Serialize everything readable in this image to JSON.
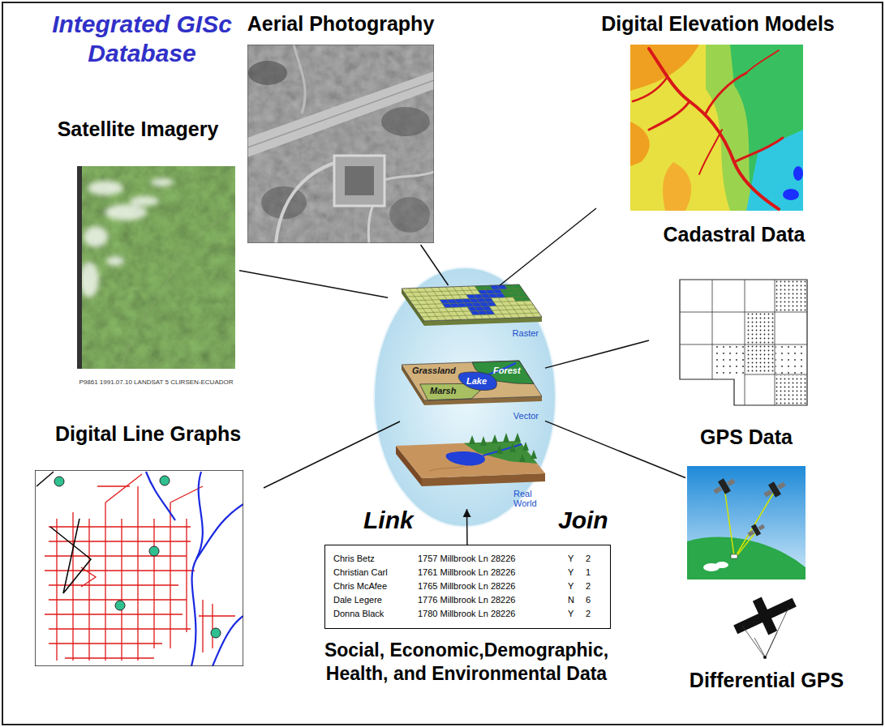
{
  "diagram": {
    "title": "Integrated GISc Database",
    "nodes": [
      {
        "text": [
          "Aerial Photography"
        ]
      },
      {
        "text": [
          "Digital Elevation Models"
        ]
      },
      {
        "text": [
          "Satellite Imagery",
          "P9861 1991.07.10 LANDSAT 5 CLIRSEN-ECUADOR"
        ]
      },
      {
        "text": [
          "Cadastral Data"
        ]
      },
      {
        "text": [
          "Raster"
        ]
      },
      {
        "text": [
          "Vector"
        ]
      },
      {
        "text": [
          "Digital Line Graphs"
        ]
      },
      {
        "text": [
          "GPS Data"
        ]
      },
      {
        "text": [
          "Real World"
        ]
      },
      {
        "text": [
          "Chris Betz",
          "1757 Millbrook Ln 28226",
          "Y",
          "2",
          "Christian Carl",
          "1761 Millbrook Ln 28226",
          "Y",
          "1",
          "Chris McAfee",
          "1765 Millbrook Ln 28226",
          "Y",
          "2",
          "Dale Legere",
          "1776 Millbrook Ln 28226",
          "N",
          "6",
          "Donna Black",
          "1780 Millbrook Ln 28226",
          "Y",
          "2"
        ]
      },
      {
        "text": [
          "Differential GPS"
        ]
      }
    ],
    "edges": [
      {
        "from": 2,
        "to": 4,
        "arrow": "none"
      },
      {
        "from": 0,
        "to": 4,
        "arrow": "none"
      },
      {
        "from": 1,
        "to": 4,
        "arrow": "none"
      },
      {
        "from": 3,
        "to": 5,
        "arrow": "none"
      },
      {
        "from": 6,
        "to": 5,
        "arrow": "none"
      },
      {
        "from": 7,
        "to": 5,
        "arrow": "none"
      },
      {
        "from": 9,
        "to": 8,
        "arrow": "to"
      }
    ],
    "labels": [
      "Grassland",
      "Forest",
      "Lake",
      "Marsh",
      "Link",
      "Join",
      "Social, Economic,Demographic, Health, and Environmental Data"
    ]
  }
}
